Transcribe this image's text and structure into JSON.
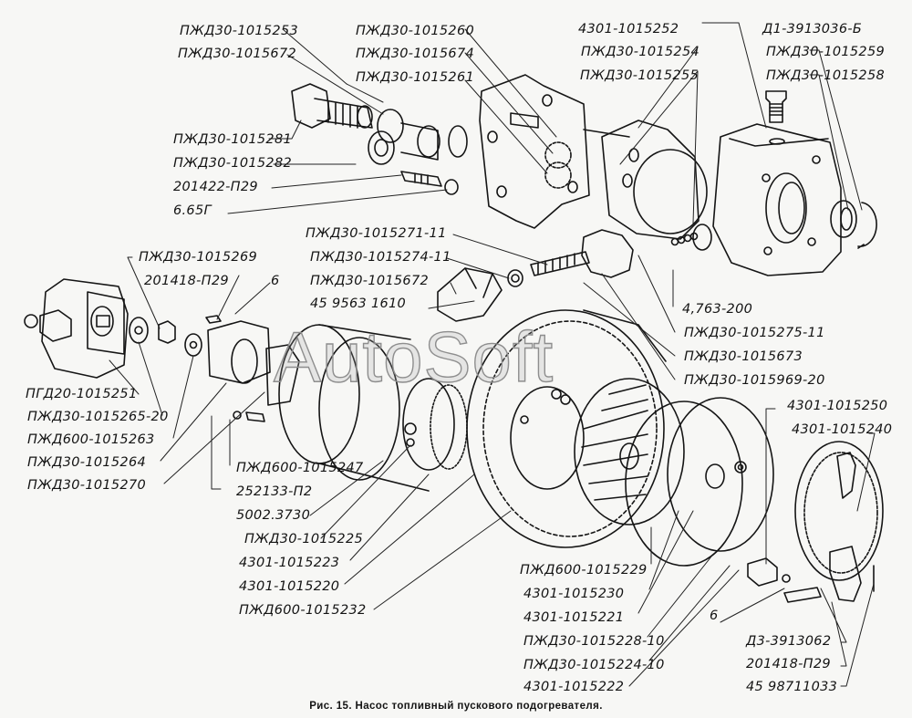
{
  "figure": {
    "caption": "Рис. 15. Насос топливный пускового подогревателя.",
    "watermark": "AutoSoft"
  },
  "labels": {
    "top_left": [
      "ПЖД30-1015253",
      "ПЖД30-1015672"
    ],
    "top_center": [
      "ПЖД30-1015260",
      "ПЖД30-1015674",
      "ПЖД30-1015261"
    ],
    "top_right_a": [
      "4301-1015252",
      "ПЖД30-1015254",
      "ПЖД30-1015255"
    ],
    "top_right_b": [
      "Д1-3913036-Б",
      "ПЖД30-1015259",
      "ПЖД30-1015258"
    ],
    "left_upper": [
      "ПЖД30-1015281",
      "ПЖД30-1015282",
      "201422-П29",
      "6.65Г"
    ],
    "valve": [
      "ПЖД30-1015271-11",
      "ПЖД30-1015274-11",
      "ПЖД30-1015672",
      "45 9563 1610"
    ],
    "pump_top": [
      "ПЖД30-1015269",
      "201418-П29",
      "6"
    ],
    "left_lower": [
      "ПГД20-1015251",
      "ПЖД30-1015265-20",
      "ПЖД600-1015263",
      "ПЖД30-1015264",
      "ПЖД30-1015270"
    ],
    "center_lower": [
      "ПЖД600-1015247",
      "252133-П2",
      "5002.3730",
      "ПЖД30-1015225",
      "4301-1015223",
      "4301-1015220",
      "ПЖД600-1015232"
    ],
    "right_mid": [
      "4,763-200",
      "ПЖД30-1015275-11",
      "ПЖД30-1015673",
      "ПЖД30-1015969-20"
    ],
    "right_cover": [
      "4301-1015250",
      "4301-1015240"
    ],
    "bottom_center": [
      "ПЖД600-1015229",
      "4301-1015230",
      "4301-1015221",
      "ПЖД30-1015228-10",
      "ПЖД30-1015224-10",
      "4301-1015222"
    ],
    "bottom_right": [
      "6",
      "Д3-3913062",
      "201418-П29",
      "45 98711033"
    ]
  }
}
